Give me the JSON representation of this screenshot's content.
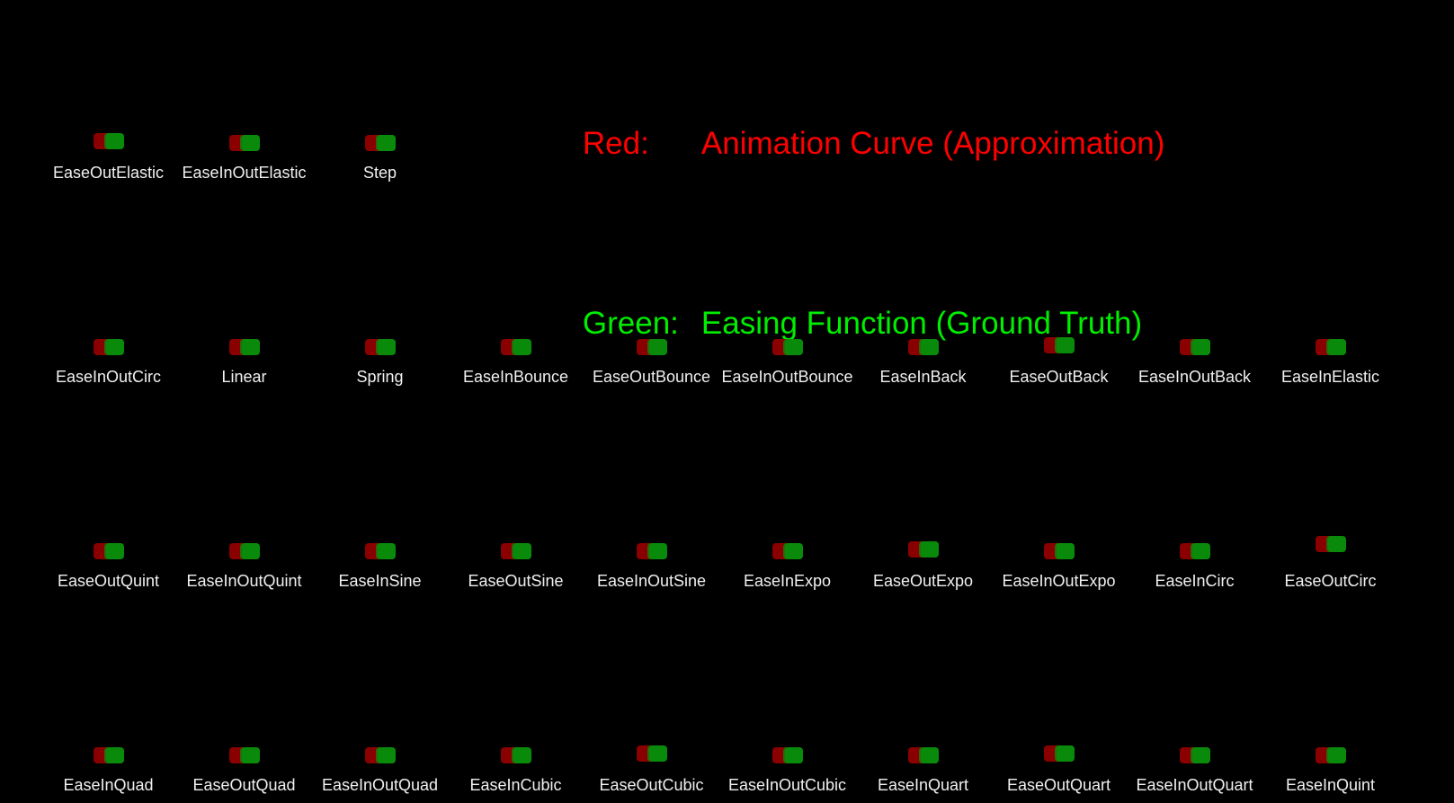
{
  "legend": {
    "red_key": "Red:",
    "red_text": "Animation Curve (Approximation)",
    "green_key": "Green:",
    "green_text": "Easing Function (Ground Truth)",
    "red_color": "#ff0000",
    "green_color": "#00ee00"
  },
  "swatch_colors": {
    "red": "#8a0000",
    "green": "#0a8a0a"
  },
  "rows": [
    [
      "EaseOutElastic",
      "EaseInOutElastic",
      "Step"
    ],
    [
      "EaseInOutCirc",
      "Linear",
      "Spring",
      "EaseInBounce",
      "EaseOutBounce",
      "EaseInOutBounce",
      "EaseInBack",
      "EaseOutBack",
      "EaseInOutBack",
      "EaseInElastic"
    ],
    [
      "EaseOutQuint",
      "EaseInOutQuint",
      "EaseInSine",
      "EaseOutSine",
      "EaseInOutSine",
      "EaseInExpo",
      "EaseOutExpo",
      "EaseInOutExpo",
      "EaseInCirc",
      "EaseOutCirc"
    ],
    [
      "EaseInQuad",
      "EaseOutQuad",
      "EaseInOutQuad",
      "EaseInCubic",
      "EaseOutCubic",
      "EaseInOutCubic",
      "EaseInQuart",
      "EaseOutQuart",
      "EaseInOutQuart",
      "EaseInQuint"
    ]
  ]
}
